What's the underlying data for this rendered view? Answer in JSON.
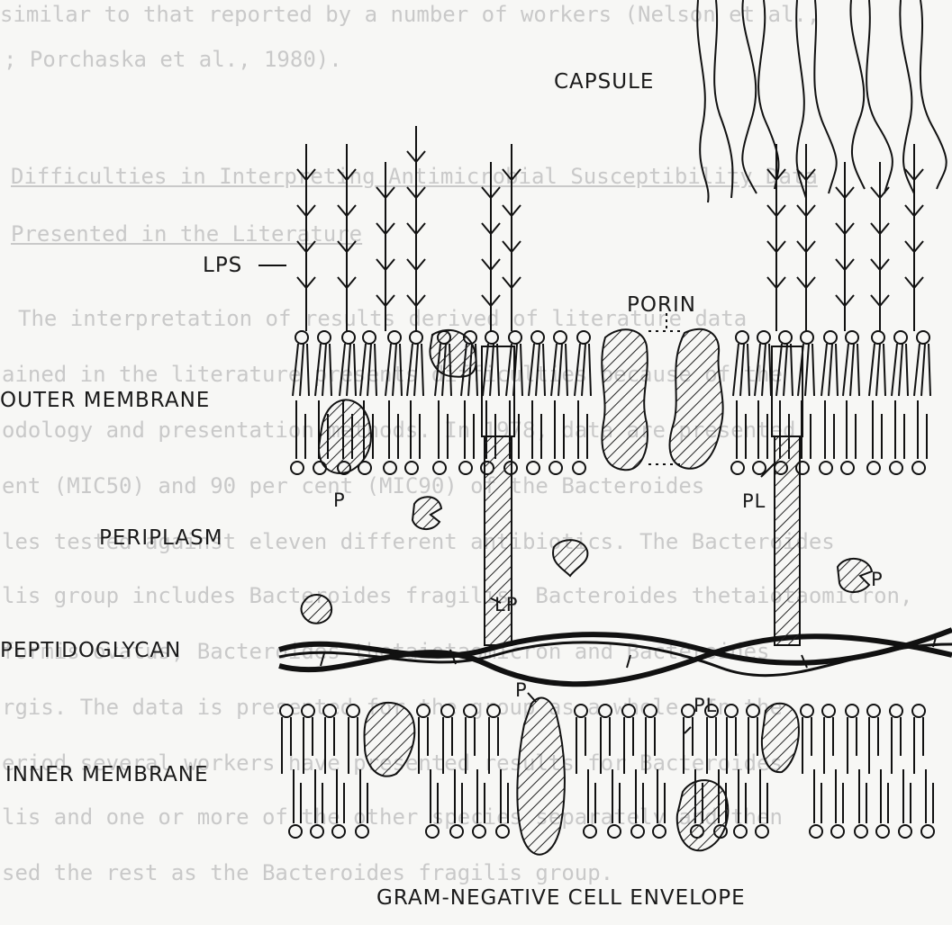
{
  "labels": {
    "capsule": "CAPSULE",
    "lps": "LPS",
    "porin": "PORIN",
    "outer_membrane": "OUTER MEMBRANE",
    "periplasm": "PERIPLASM",
    "peptidoglycan": "PEPTIDOGLYCAN",
    "inner_membrane": "INNER MEMBRANE",
    "p": "P",
    "pl": "PL",
    "lp": "LP",
    "caption": "GRAM-NEGATIVE CELL ENVELOPE"
  },
  "background_text": [
    "similar to that reported by a number of workers (Nelson et al.,",
    "; Porchaska et al., 1980).",
    "Difficulties in Interpreting Antimicrobial Susceptibility Data",
    "Presented in the Literature",
    "The  interpretation  of results  derived  of  literature  data",
    "ained  in  the literature presents  difficulties  because  of  the",
    "odology and presentation methods.  In 1978, data are presented",
    "ent  (MIC50)  and 90 per cent (MIC90)  of  the  Bacteroides",
    "les tested against eleven different antibiotics.  The Bacteroides",
    "lis group includes Bacteroides fragilis, Bacteroides thetaiotaomicron,",
    "formis  ovatus,  Bacteroides  thetaiotaomicron and  Bacteroides",
    "rgis.  The data is presented for the group as a whole.  In the",
    "eriod  several  workers have presented results for Bacteroides",
    "lis  and  one or more of the other species separately  and  then",
    "sed the rest as the Bacteroides fragilis group."
  ]
}
